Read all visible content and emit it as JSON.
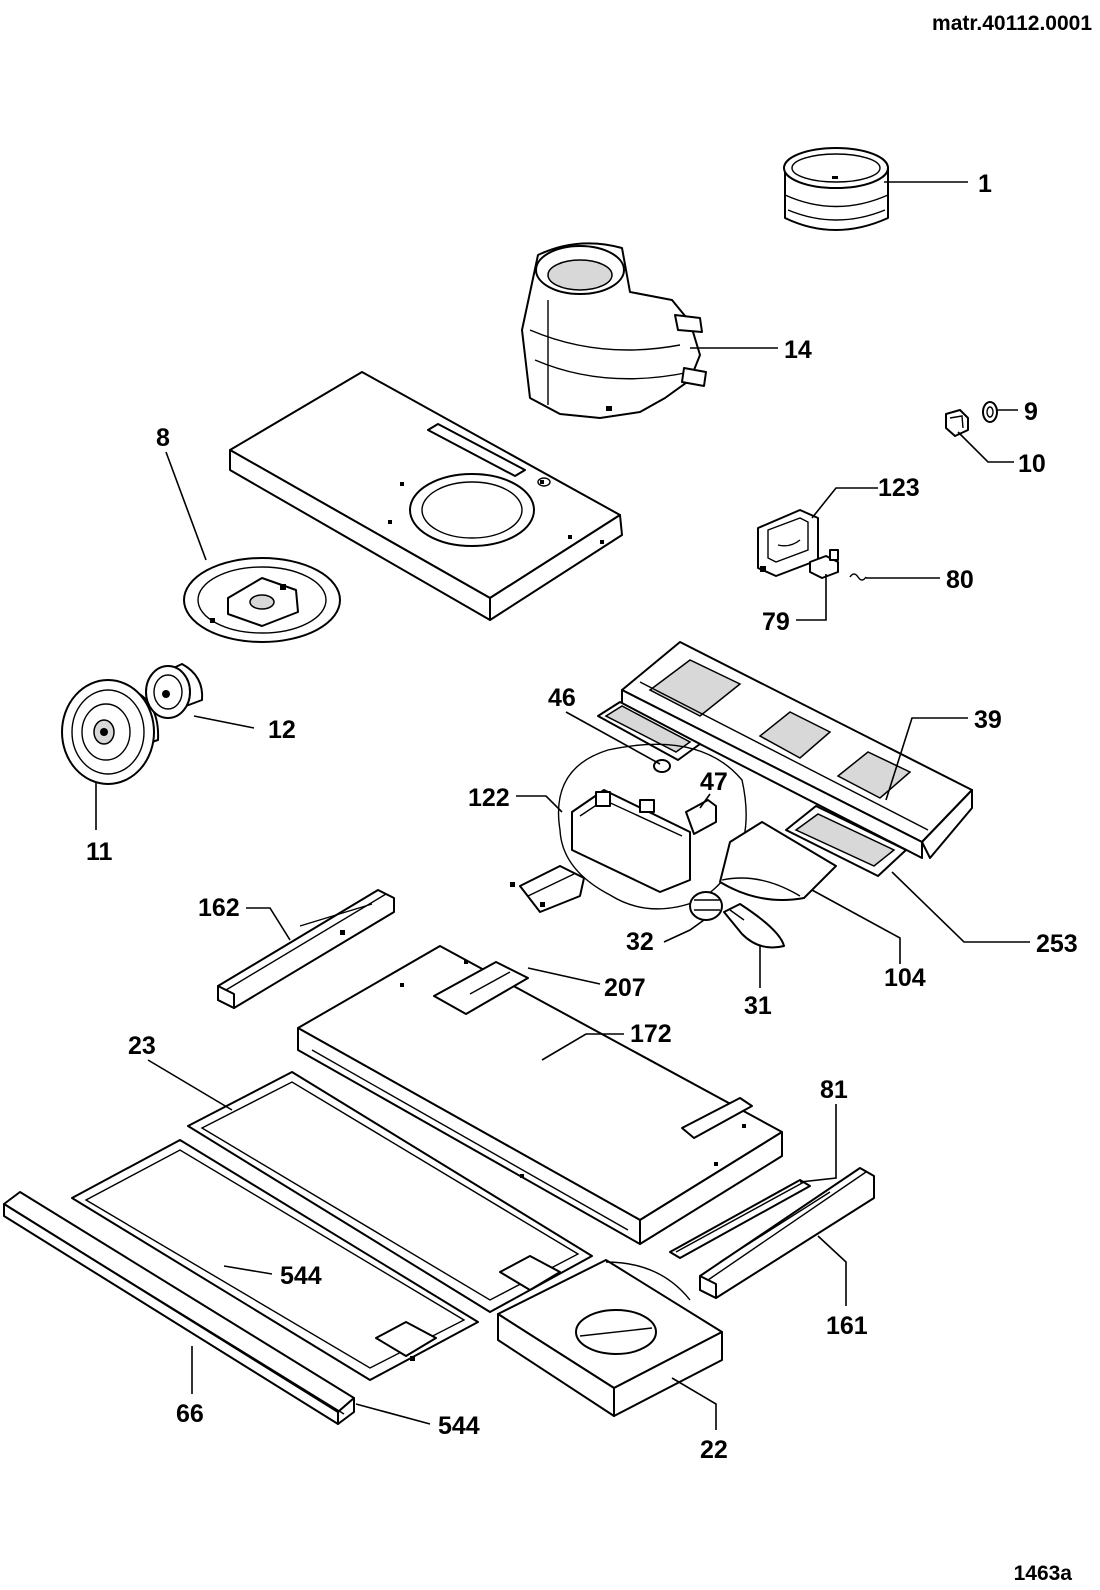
{
  "header": {
    "drawing_ref": "matr.40112.0001"
  },
  "footer": {
    "sheet_code": "1463a"
  },
  "callouts": {
    "p1": "1",
    "p14": "14",
    "p9": "9",
    "p10": "10",
    "p8": "8",
    "p123": "123",
    "p80": "80",
    "p79": "79",
    "p12": "12",
    "p11": "11",
    "p46": "46",
    "p39": "39",
    "p47": "47",
    "p122": "122",
    "p162": "162",
    "p253": "253",
    "p32": "32",
    "p207": "207",
    "p104": "104",
    "p31": "31",
    "p23": "23",
    "p172": "172",
    "p81": "81",
    "p544a": "544",
    "p161": "161",
    "p66": "66",
    "p544b": "544",
    "p22": "22"
  }
}
